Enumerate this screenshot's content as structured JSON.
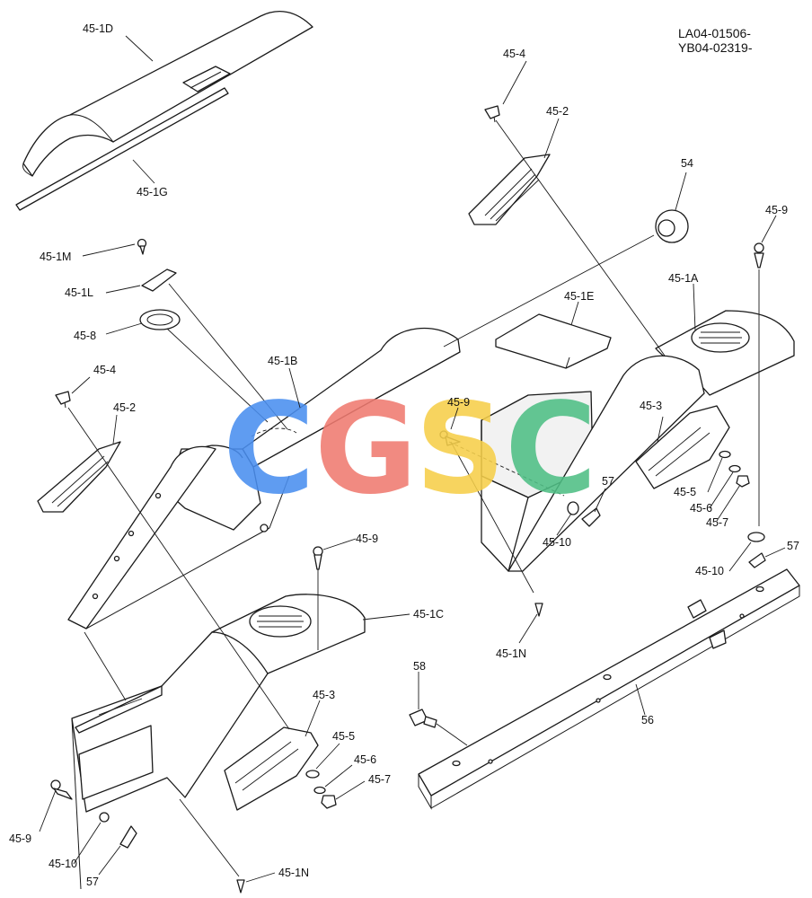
{
  "document": {
    "codes": [
      "LA04-01506-",
      "YB04-02319-"
    ]
  },
  "watermark": {
    "letters": [
      {
        "char": "C",
        "color": "#4a8ff0"
      },
      {
        "char": "G",
        "color": "#f07a70"
      },
      {
        "char": "S",
        "color": "#f6cf4a"
      },
      {
        "char": "C",
        "color": "#4fbf85"
      }
    ]
  },
  "callouts": [
    {
      "id": "c-45-1d",
      "text": "45-1D"
    },
    {
      "id": "c-45-1g",
      "text": "45-1G"
    },
    {
      "id": "c-45-4-top",
      "text": "45-4"
    },
    {
      "id": "c-45-2-top",
      "text": "45-2"
    },
    {
      "id": "c-54",
      "text": "54"
    },
    {
      "id": "c-45-9-right",
      "text": "45-9"
    },
    {
      "id": "c-45-1m",
      "text": "45-1M"
    },
    {
      "id": "c-45-1l",
      "text": "45-1L"
    },
    {
      "id": "c-45-1e",
      "text": "45-1E"
    },
    {
      "id": "c-45-1a",
      "text": "45-1A"
    },
    {
      "id": "c-45-8",
      "text": "45-8"
    },
    {
      "id": "c-45-1b",
      "text": "45-1B"
    },
    {
      "id": "c-45-4-left",
      "text": "45-4"
    },
    {
      "id": "c-45-2-left",
      "text": "45-2"
    },
    {
      "id": "c-45-9-center",
      "text": "45-9"
    },
    {
      "id": "c-45-3-right",
      "text": "45-3"
    },
    {
      "id": "c-45-5-right",
      "text": "45-5"
    },
    {
      "id": "c-45-6-right",
      "text": "45-6"
    },
    {
      "id": "c-45-7-right",
      "text": "45-7"
    },
    {
      "id": "c-57-mid",
      "text": "57"
    },
    {
      "id": "c-45-10-mid",
      "text": "45-10"
    },
    {
      "id": "c-45-9-mid",
      "text": "45-9"
    },
    {
      "id": "c-57-right",
      "text": "57"
    },
    {
      "id": "c-45-10-right",
      "text": "45-10"
    },
    {
      "id": "c-45-1c",
      "text": "45-1C"
    },
    {
      "id": "c-45-1n-mid",
      "text": "45-1N"
    },
    {
      "id": "c-58",
      "text": "58"
    },
    {
      "id": "c-45-3-lower",
      "text": "45-3"
    },
    {
      "id": "c-56",
      "text": "56"
    },
    {
      "id": "c-45-5-lower",
      "text": "45-5"
    },
    {
      "id": "c-45-6-lower",
      "text": "45-6"
    },
    {
      "id": "c-45-7-lower",
      "text": "45-7"
    },
    {
      "id": "c-45-9-lower",
      "text": "45-9"
    },
    {
      "id": "c-45-10-lower",
      "text": "45-10"
    },
    {
      "id": "c-57-lower",
      "text": "57"
    },
    {
      "id": "c-45-1n-lower",
      "text": "45-1N"
    }
  ]
}
